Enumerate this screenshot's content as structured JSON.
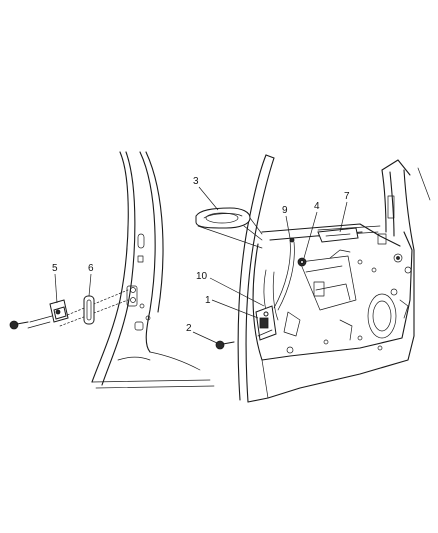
{
  "callouts": [
    {
      "id": "1",
      "label": "1"
    },
    {
      "id": "2",
      "label": "2"
    },
    {
      "id": "3",
      "label": "3"
    },
    {
      "id": "4",
      "label": "4"
    },
    {
      "id": "5",
      "label": "5"
    },
    {
      "id": "6",
      "label": "6"
    },
    {
      "id": "7",
      "label": "7"
    },
    {
      "id": "9",
      "label": "9"
    },
    {
      "id": "10",
      "label": "10"
    }
  ]
}
